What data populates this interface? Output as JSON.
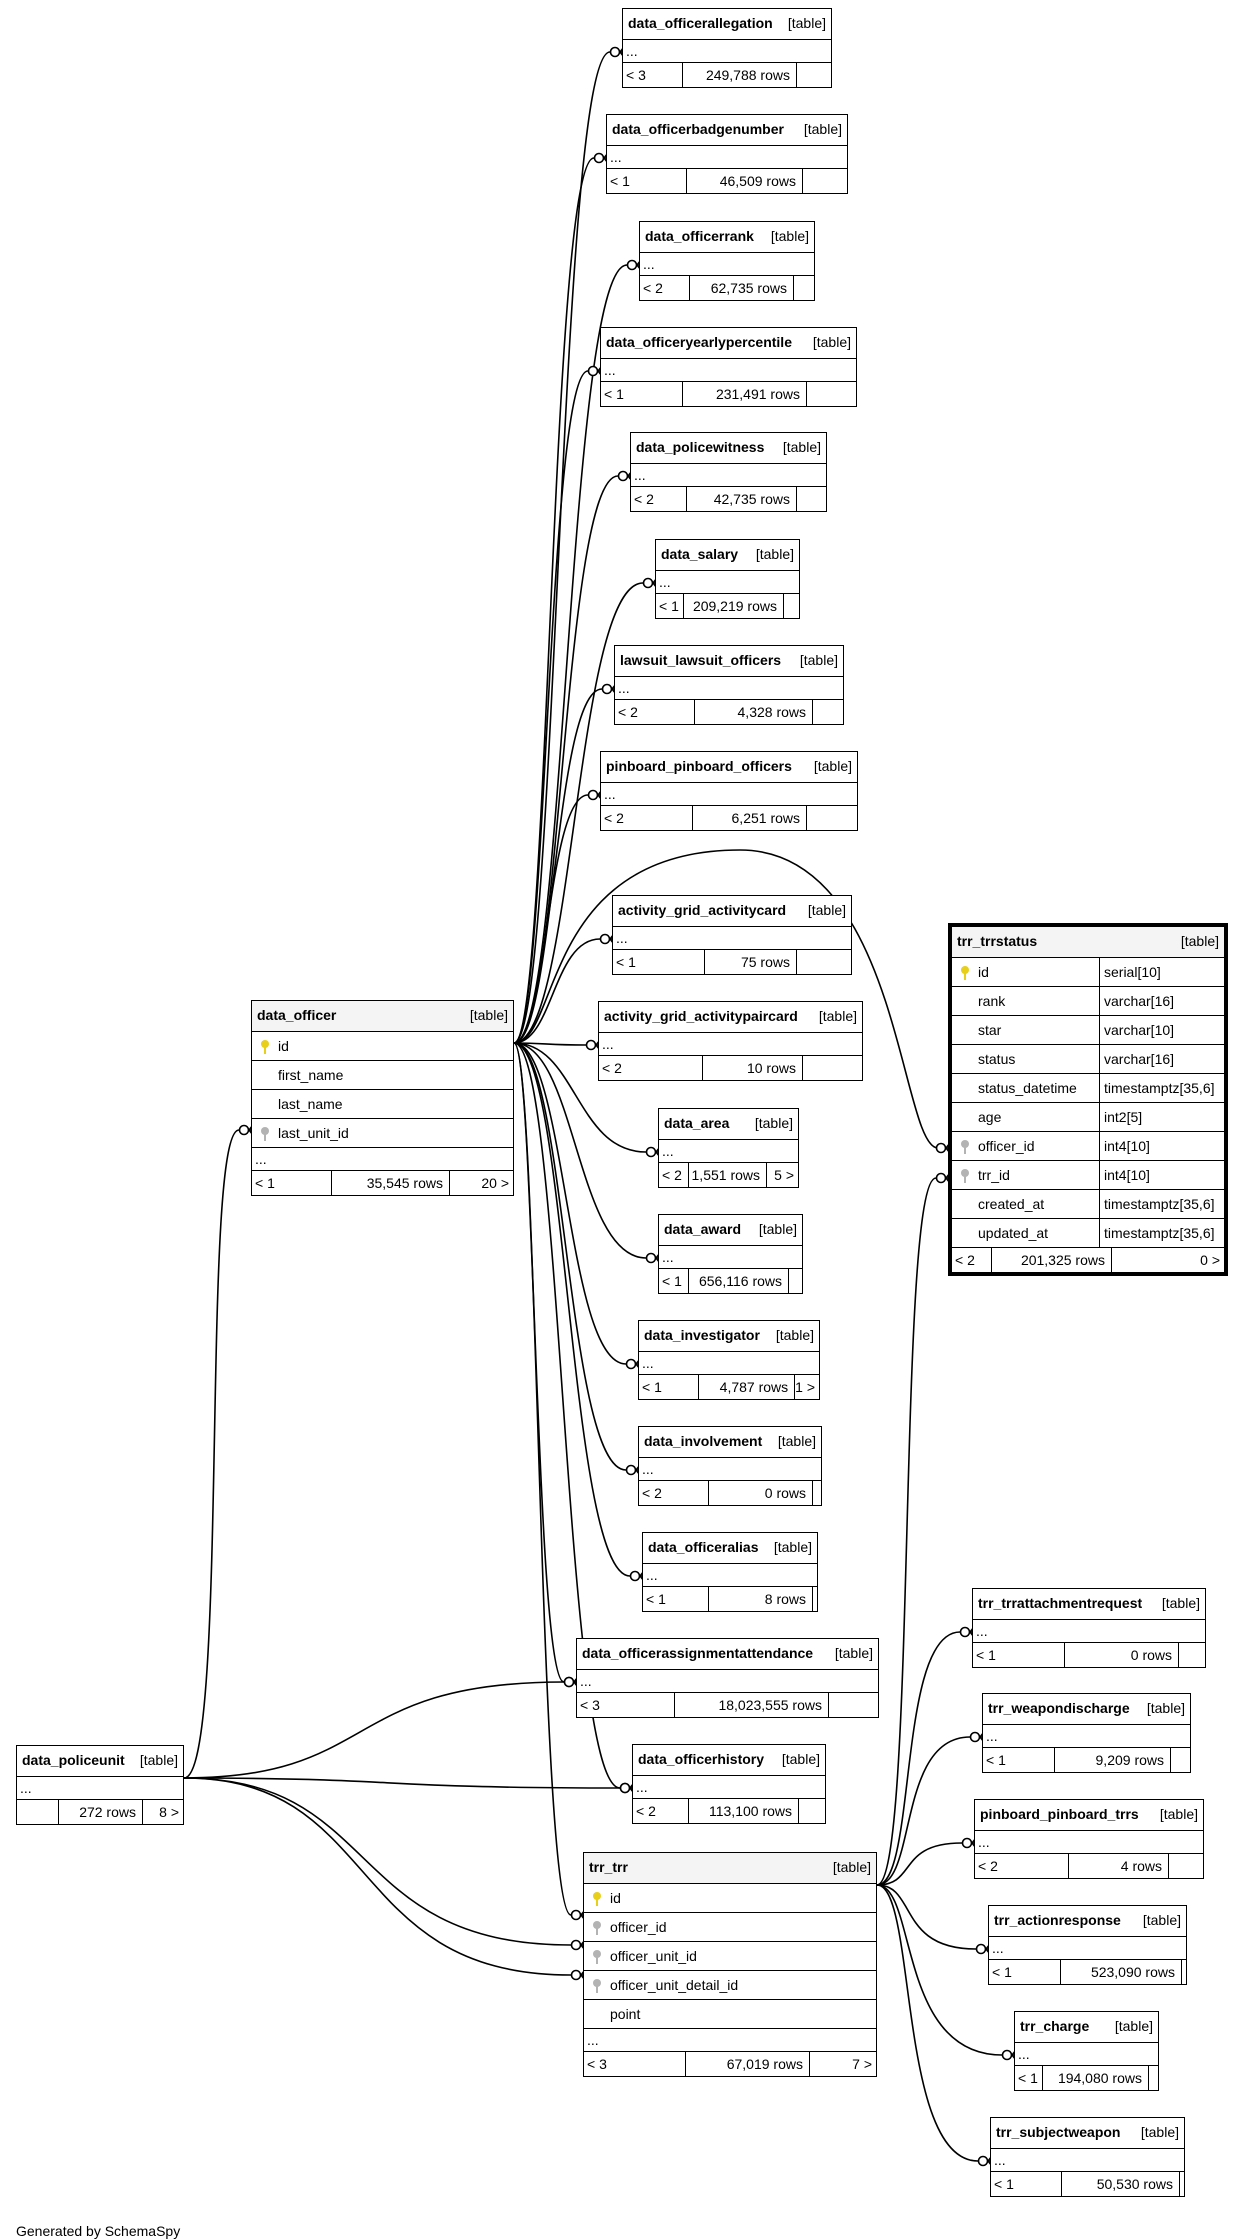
{
  "diagram": {
    "footer": "Generated by SchemaSpy",
    "tables": [
      {
        "id": "data_officerallegation",
        "name": "data_officerallegation",
        "type": "[table]",
        "ellipsis": "...",
        "parents": "< 3",
        "rows": "249,788 rows",
        "children": ""
      },
      {
        "id": "data_officerbadgenumber",
        "name": "data_officerbadgenumber",
        "type": "[table]",
        "ellipsis": "...",
        "parents": "< 1",
        "rows": "46,509 rows",
        "children": ""
      },
      {
        "id": "data_officerrank",
        "name": "data_officerrank",
        "type": "[table]",
        "ellipsis": "...",
        "parents": "< 2",
        "rows": "62,735 rows",
        "children": ""
      },
      {
        "id": "data_officeryearlypercentile",
        "name": "data_officeryearlypercentile",
        "type": "[table]",
        "ellipsis": "...",
        "parents": "< 1",
        "rows": "231,491 rows",
        "children": ""
      },
      {
        "id": "data_policewitness",
        "name": "data_policewitness",
        "type": "[table]",
        "ellipsis": "...",
        "parents": "< 2",
        "rows": "42,735 rows",
        "children": ""
      },
      {
        "id": "data_salary",
        "name": "data_salary",
        "type": "[table]",
        "ellipsis": "...",
        "parents": "< 1",
        "rows": "209,219 rows",
        "children": ""
      },
      {
        "id": "lawsuit_lawsuit_officers",
        "name": "lawsuit_lawsuit_officers",
        "type": "[table]",
        "ellipsis": "...",
        "parents": "< 2",
        "rows": "4,328 rows",
        "children": ""
      },
      {
        "id": "pinboard_pinboard_officers",
        "name": "pinboard_pinboard_officers",
        "type": "[table]",
        "ellipsis": "...",
        "parents": "< 2",
        "rows": "6,251 rows",
        "children": ""
      },
      {
        "id": "activity_grid_activitycard",
        "name": "activity_grid_activitycard",
        "type": "[table]",
        "ellipsis": "...",
        "parents": "< 1",
        "rows": "75 rows",
        "children": ""
      },
      {
        "id": "activity_grid_activitypaircard",
        "name": "activity_grid_activitypaircard",
        "type": "[table]",
        "ellipsis": "...",
        "parents": "< 2",
        "rows": "10 rows",
        "children": ""
      },
      {
        "id": "data_area",
        "name": "data_area",
        "type": "[table]",
        "ellipsis": "...",
        "parents": "< 2",
        "rows": "1,551 rows",
        "children": "5 >"
      },
      {
        "id": "data_award",
        "name": "data_award",
        "type": "[table]",
        "ellipsis": "...",
        "parents": "< 1",
        "rows": "656,116 rows",
        "children": ""
      },
      {
        "id": "data_investigator",
        "name": "data_investigator",
        "type": "[table]",
        "ellipsis": "...",
        "parents": "< 1",
        "rows": "4,787 rows",
        "children": "1 >"
      },
      {
        "id": "data_involvement",
        "name": "data_involvement",
        "type": "[table]",
        "ellipsis": "...",
        "parents": "< 2",
        "rows": "0 rows",
        "children": ""
      },
      {
        "id": "data_officeralias",
        "name": "data_officeralias",
        "type": "[table]",
        "ellipsis": "...",
        "parents": "< 1",
        "rows": "8 rows",
        "children": ""
      },
      {
        "id": "data_officerassignmentattendance",
        "name": "data_officerassignmentattendance",
        "type": "[table]",
        "ellipsis": "...",
        "parents": "< 3",
        "rows": "18,023,555 rows",
        "children": ""
      },
      {
        "id": "data_officerhistory",
        "name": "data_officerhistory",
        "type": "[table]",
        "ellipsis": "...",
        "parents": "< 2",
        "rows": "113,100 rows",
        "children": ""
      },
      {
        "id": "data_policeunit",
        "name": "data_policeunit",
        "type": "[table]",
        "ellipsis": "...",
        "parents": "",
        "rows": "272 rows",
        "children": "8 >"
      },
      {
        "id": "trr_trrattachmentrequest",
        "name": "trr_trrattachmentrequest",
        "type": "[table]",
        "ellipsis": "...",
        "parents": "< 1",
        "rows": "0 rows",
        "children": ""
      },
      {
        "id": "trr_weapondischarge",
        "name": "trr_weapondischarge",
        "type": "[table]",
        "ellipsis": "...",
        "parents": "< 1",
        "rows": "9,209 rows",
        "children": ""
      },
      {
        "id": "pinboard_pinboard_trrs",
        "name": "pinboard_pinboard_trrs",
        "type": "[table]",
        "ellipsis": "...",
        "parents": "< 2",
        "rows": "4 rows",
        "children": ""
      },
      {
        "id": "trr_actionresponse",
        "name": "trr_actionresponse",
        "type": "[table]",
        "ellipsis": "...",
        "parents": "< 1",
        "rows": "523,090 rows",
        "children": ""
      },
      {
        "id": "trr_charge",
        "name": "trr_charge",
        "type": "[table]",
        "ellipsis": "...",
        "parents": "< 1",
        "rows": "194,080 rows",
        "children": ""
      },
      {
        "id": "trr_subjectweapon",
        "name": "trr_subjectweapon",
        "type": "[table]",
        "ellipsis": "...",
        "parents": "< 1",
        "rows": "50,530 rows",
        "children": ""
      }
    ],
    "data_officer": {
      "name": "data_officer",
      "type": "[table]",
      "columns": [
        {
          "name": "id",
          "key": "pk"
        },
        {
          "name": "first_name",
          "key": ""
        },
        {
          "name": "last_name",
          "key": ""
        },
        {
          "name": "last_unit_id",
          "key": "fk"
        }
      ],
      "ellipsis": "...",
      "parents": "< 1",
      "rows": "35,545 rows",
      "children": "20 >"
    },
    "trr_trr": {
      "name": "trr_trr",
      "type": "[table]",
      "columns": [
        {
          "name": "id",
          "key": "pk"
        },
        {
          "name": "officer_id",
          "key": "fk"
        },
        {
          "name": "officer_unit_id",
          "key": "fk"
        },
        {
          "name": "officer_unit_detail_id",
          "key": "fk"
        },
        {
          "name": "point",
          "key": ""
        }
      ],
      "ellipsis": "...",
      "parents": "< 3",
      "rows": "67,019 rows",
      "children": "7 >"
    },
    "trr_trrstatus": {
      "name": "trr_trrstatus",
      "type": "[table]",
      "columns": [
        {
          "name": "id",
          "type": "serial[10]",
          "key": "pk"
        },
        {
          "name": "rank",
          "type": "varchar[16]",
          "key": ""
        },
        {
          "name": "star",
          "type": "varchar[10]",
          "key": ""
        },
        {
          "name": "status",
          "type": "varchar[16]",
          "key": ""
        },
        {
          "name": "status_datetime",
          "type": "timestamptz[35,6]",
          "key": ""
        },
        {
          "name": "age",
          "type": "int2[5]",
          "key": ""
        },
        {
          "name": "officer_id",
          "type": "int4[10]",
          "key": "fk"
        },
        {
          "name": "trr_id",
          "type": "int4[10]",
          "key": "fk"
        },
        {
          "name": "created_at",
          "type": "timestamptz[35,6]",
          "key": ""
        },
        {
          "name": "updated_at",
          "type": "timestamptz[35,6]",
          "key": ""
        }
      ],
      "parents": "< 2",
      "rows": "201,325 rows",
      "children": "0 >"
    }
  }
}
